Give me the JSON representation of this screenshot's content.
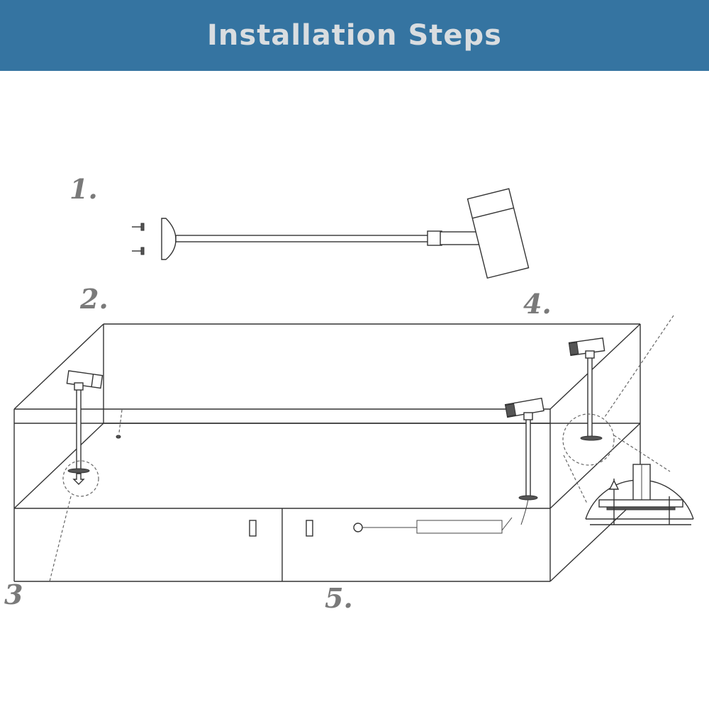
{
  "header": {
    "title": "Installation Steps",
    "bg_color": "#3574a1",
    "text_color": "#d9dde0"
  },
  "steps": [
    {
      "label": "1."
    },
    {
      "label": "2."
    },
    {
      "label": "3"
    },
    {
      "label": "4."
    },
    {
      "label": "5."
    }
  ]
}
